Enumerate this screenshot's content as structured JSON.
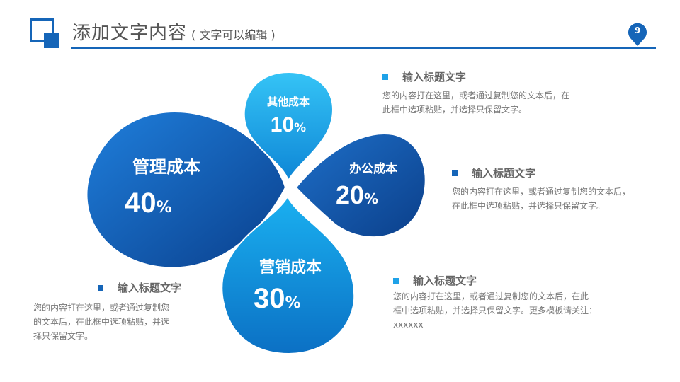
{
  "header": {
    "title": "添加文字内容",
    "subtitle": "( 文字可以编辑 )",
    "page_number": "9"
  },
  "colors": {
    "accent_dark": "#1565b8",
    "accent_light": "#1fa2e8",
    "petal_dark": "#0a4a9e",
    "petal_light": "#33c0f4"
  },
  "petals": [
    {
      "label": "管理成本",
      "value": "40",
      "unit": "%"
    },
    {
      "label": "其他成本",
      "value": "10",
      "unit": "%"
    },
    {
      "label": "办公成本",
      "value": "20",
      "unit": "%"
    },
    {
      "label": "营销成本",
      "value": "30",
      "unit": "%"
    }
  ],
  "blocks": [
    {
      "title": "输入标题文字",
      "lines": [
        "您的内容打在这里，或者通过复制您的文本后，在",
        "此框中选项粘贴，并选择只保留文字。"
      ]
    },
    {
      "title": "输入标题文字",
      "lines": [
        "您的内容打在这里，或者通过复制您的文本后，",
        "在此框中选项粘贴，并选择只保留文字。"
      ]
    },
    {
      "title": "输入标题文字",
      "lines": [
        "您的内容打在这里，或者通过复制您的文本后，在此",
        "框中选项粘贴，并选择只保留文字。更多模板请关注：",
        "xxxxxx"
      ]
    },
    {
      "title": "输入标题文字",
      "lines": [
        "您的内容打在这里，或者通过复制您",
        "的文本后，在此框中选项粘贴，并选",
        "择只保留文字。"
      ]
    }
  ]
}
